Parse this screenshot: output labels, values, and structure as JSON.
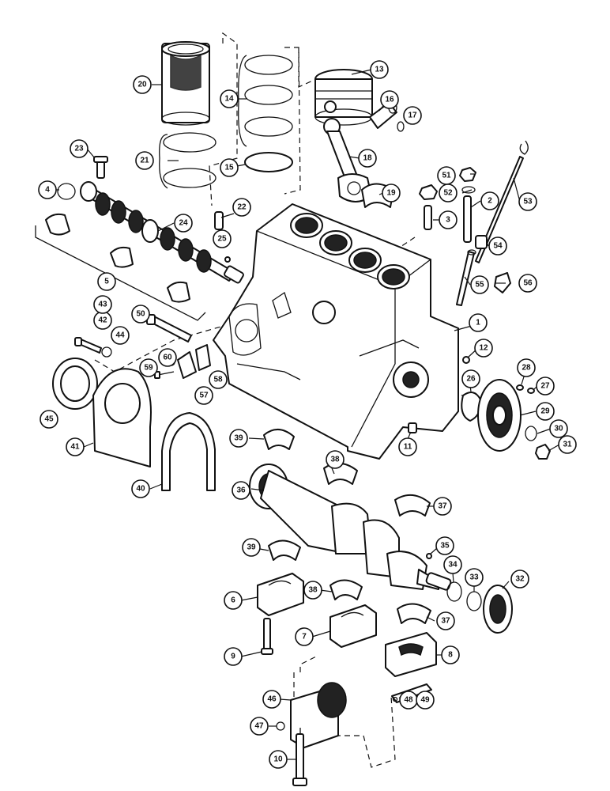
{
  "callouts": [
    {
      "id": "c1",
      "label": "1"
    },
    {
      "id": "c2",
      "label": "2"
    },
    {
      "id": "c3",
      "label": "3"
    },
    {
      "id": "c4",
      "label": "4"
    },
    {
      "id": "c5",
      "label": "5"
    },
    {
      "id": "c6",
      "label": "6"
    },
    {
      "id": "c7",
      "label": "7"
    },
    {
      "id": "c8",
      "label": "8"
    },
    {
      "id": "c9",
      "label": "9"
    },
    {
      "id": "c10",
      "label": "10"
    },
    {
      "id": "c11",
      "label": "11"
    },
    {
      "id": "c12",
      "label": "12"
    },
    {
      "id": "c13",
      "label": "13"
    },
    {
      "id": "c14",
      "label": "14"
    },
    {
      "id": "c15",
      "label": "15"
    },
    {
      "id": "c16",
      "label": "16"
    },
    {
      "id": "c17",
      "label": "17"
    },
    {
      "id": "c18",
      "label": "18"
    },
    {
      "id": "c19",
      "label": "19"
    },
    {
      "id": "c20",
      "label": "20"
    },
    {
      "id": "c21",
      "label": "21"
    },
    {
      "id": "c22",
      "label": "22"
    },
    {
      "id": "c23",
      "label": "23"
    },
    {
      "id": "c24",
      "label": "24"
    },
    {
      "id": "c25",
      "label": "25"
    },
    {
      "id": "c26",
      "label": "26"
    },
    {
      "id": "c27",
      "label": "27"
    },
    {
      "id": "c28",
      "label": "28"
    },
    {
      "id": "c29",
      "label": "29"
    },
    {
      "id": "c30",
      "label": "30"
    },
    {
      "id": "c31",
      "label": "31"
    },
    {
      "id": "c32",
      "label": "32"
    },
    {
      "id": "c33",
      "label": "33"
    },
    {
      "id": "c34",
      "label": "34"
    },
    {
      "id": "c35",
      "label": "35"
    },
    {
      "id": "c36",
      "label": "36"
    },
    {
      "id": "c37a",
      "label": "37"
    },
    {
      "id": "c37b",
      "label": "37"
    },
    {
      "id": "c38a",
      "label": "38"
    },
    {
      "id": "c38b",
      "label": "38"
    },
    {
      "id": "c39a",
      "label": "39"
    },
    {
      "id": "c39b",
      "label": "39"
    },
    {
      "id": "c40",
      "label": "40"
    },
    {
      "id": "c41",
      "label": "41"
    },
    {
      "id": "c42",
      "label": "42"
    },
    {
      "id": "c43",
      "label": "43"
    },
    {
      "id": "c44",
      "label": "44"
    },
    {
      "id": "c45",
      "label": "45"
    },
    {
      "id": "c46",
      "label": "46"
    },
    {
      "id": "c47",
      "label": "47"
    },
    {
      "id": "c48",
      "label": "48"
    },
    {
      "id": "c49",
      "label": "49"
    },
    {
      "id": "c50",
      "label": "50"
    },
    {
      "id": "c51",
      "label": "51"
    },
    {
      "id": "c52",
      "label": "52"
    },
    {
      "id": "c53",
      "label": "53"
    },
    {
      "id": "c54",
      "label": "54"
    },
    {
      "id": "c55",
      "label": "55"
    },
    {
      "id": "c56",
      "label": "56"
    },
    {
      "id": "c57",
      "label": "57"
    },
    {
      "id": "c58",
      "label": "58"
    },
    {
      "id": "c59",
      "label": "59"
    },
    {
      "id": "c60",
      "label": "60"
    }
  ]
}
